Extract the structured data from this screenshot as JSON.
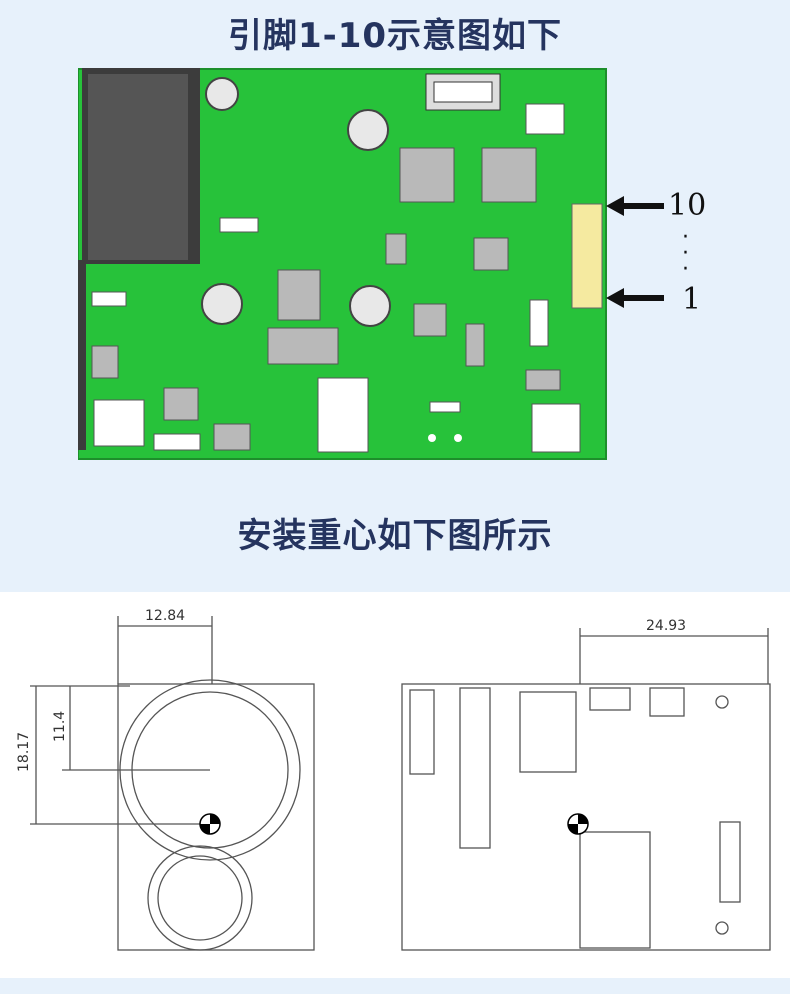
{
  "title_top": "引脚1-10示意图如下",
  "title_middle": "安装重心如下图所示",
  "pin_labels": {
    "top": "10",
    "bottom": "1"
  },
  "dimensions": {
    "width_left": "12.84",
    "height_total": "18.17",
    "height_inner": "11.4",
    "width_right": "24.93"
  },
  "colors": {
    "pcb_green": "#27c23a",
    "title": "#25345f",
    "background": "#e7f1fb"
  }
}
